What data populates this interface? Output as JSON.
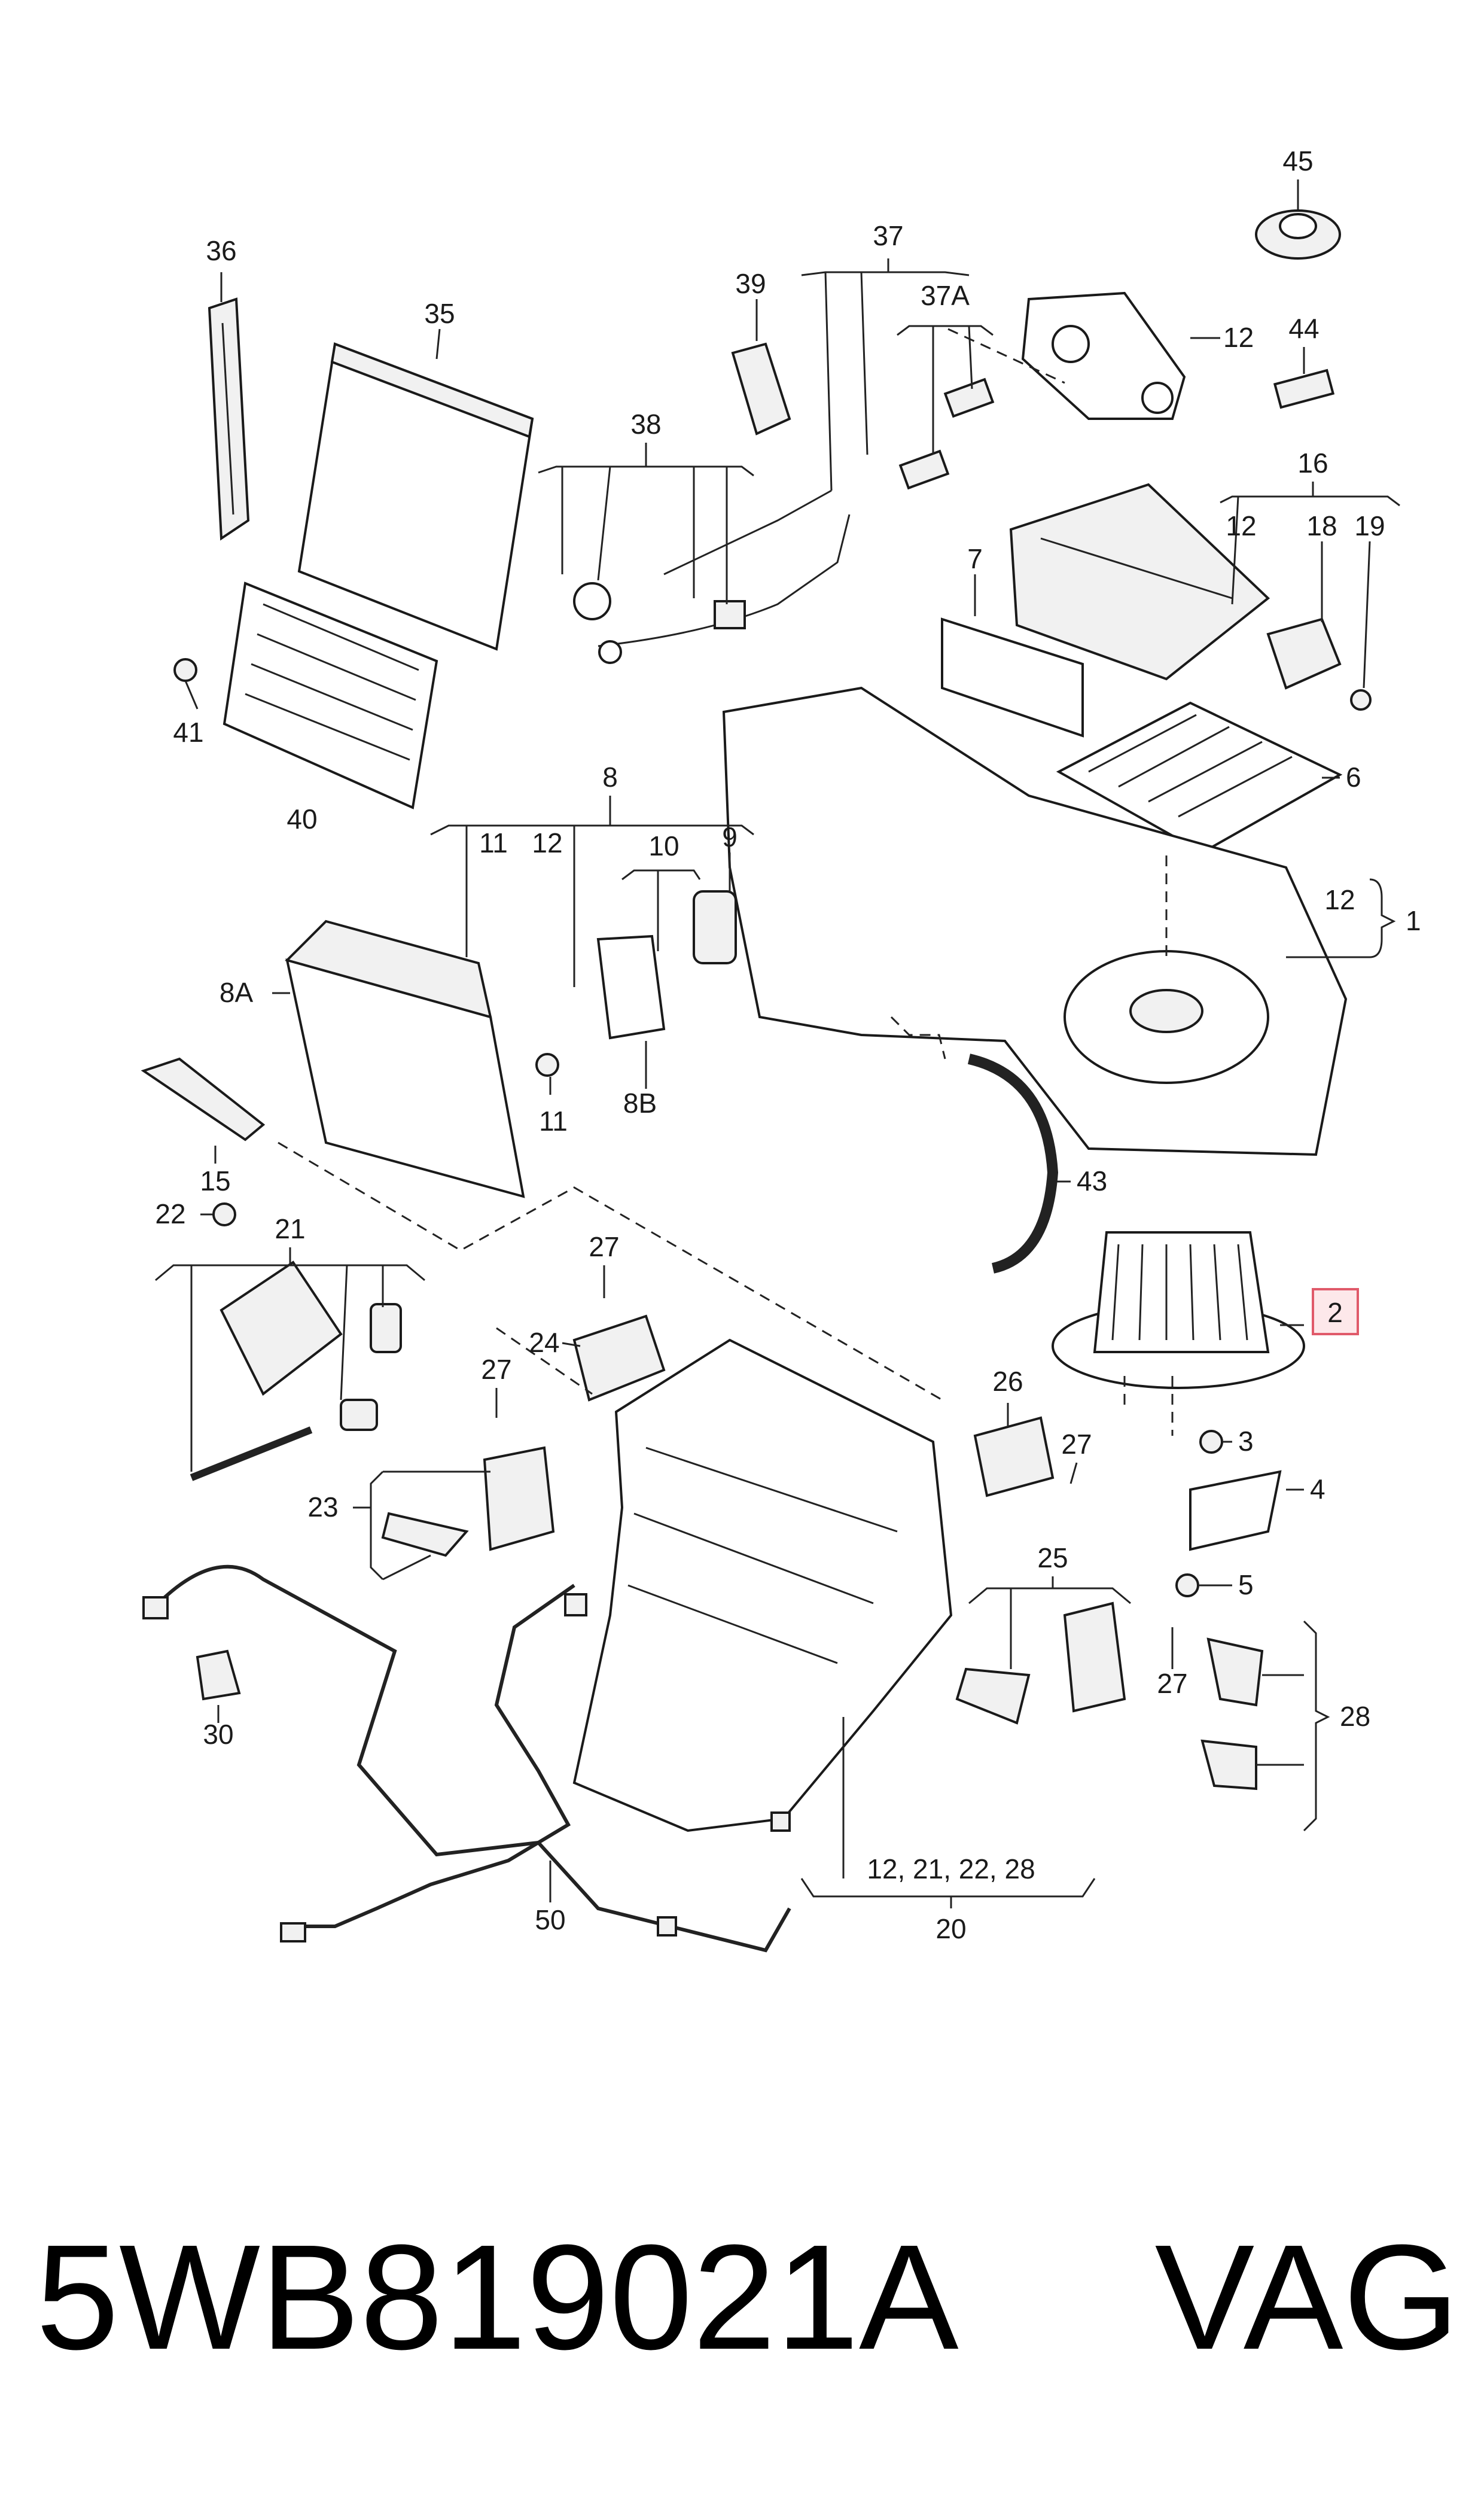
{
  "callouts": [
    {
      "id": "c45",
      "text": "45"
    },
    {
      "id": "c36",
      "text": "36"
    },
    {
      "id": "c37",
      "text": "37"
    },
    {
      "id": "c39",
      "text": "39"
    },
    {
      "id": "c37a",
      "text": "37A"
    },
    {
      "id": "c35",
      "text": "35"
    },
    {
      "id": "c12a",
      "text": "12"
    },
    {
      "id": "c44",
      "text": "44"
    },
    {
      "id": "c38",
      "text": "38"
    },
    {
      "id": "c16",
      "text": "16"
    },
    {
      "id": "c12b",
      "text": "12"
    },
    {
      "id": "c18",
      "text": "18"
    },
    {
      "id": "c19",
      "text": "19"
    },
    {
      "id": "c7",
      "text": "7"
    },
    {
      "id": "c41",
      "text": "41"
    },
    {
      "id": "c40",
      "text": "40"
    },
    {
      "id": "c6",
      "text": "6"
    },
    {
      "id": "c8",
      "text": "8"
    },
    {
      "id": "c11a",
      "text": "11"
    },
    {
      "id": "c12c",
      "text": "12"
    },
    {
      "id": "c10",
      "text": "10"
    },
    {
      "id": "c9",
      "text": "9"
    },
    {
      "id": "c12d",
      "text": "12"
    },
    {
      "id": "c1",
      "text": "1"
    },
    {
      "id": "c8a",
      "text": "8A"
    },
    {
      "id": "c11b",
      "text": "11"
    },
    {
      "id": "c8b",
      "text": "8B"
    },
    {
      "id": "c15",
      "text": "15"
    },
    {
      "id": "c43",
      "text": "43"
    },
    {
      "id": "c22",
      "text": "22"
    },
    {
      "id": "c21",
      "text": "21"
    },
    {
      "id": "c27a",
      "text": "27"
    },
    {
      "id": "c2",
      "text": "2"
    },
    {
      "id": "c24",
      "text": "24"
    },
    {
      "id": "c27b",
      "text": "27"
    },
    {
      "id": "c26",
      "text": "26"
    },
    {
      "id": "c3",
      "text": "3"
    },
    {
      "id": "c27c",
      "text": "27"
    },
    {
      "id": "c4",
      "text": "4"
    },
    {
      "id": "c23",
      "text": "23"
    },
    {
      "id": "c25",
      "text": "25"
    },
    {
      "id": "c5",
      "text": "5"
    },
    {
      "id": "c27d",
      "text": "27"
    },
    {
      "id": "c28",
      "text": "28"
    },
    {
      "id": "c30",
      "text": "30"
    },
    {
      "id": "c1221",
      "text": "12, 21, 22, 28"
    },
    {
      "id": "c20",
      "text": "20"
    },
    {
      "id": "c50",
      "text": "50"
    }
  ],
  "highlighted_callout": "2",
  "caption": {
    "part_number": "5WB819021A",
    "brand": "VAG"
  }
}
